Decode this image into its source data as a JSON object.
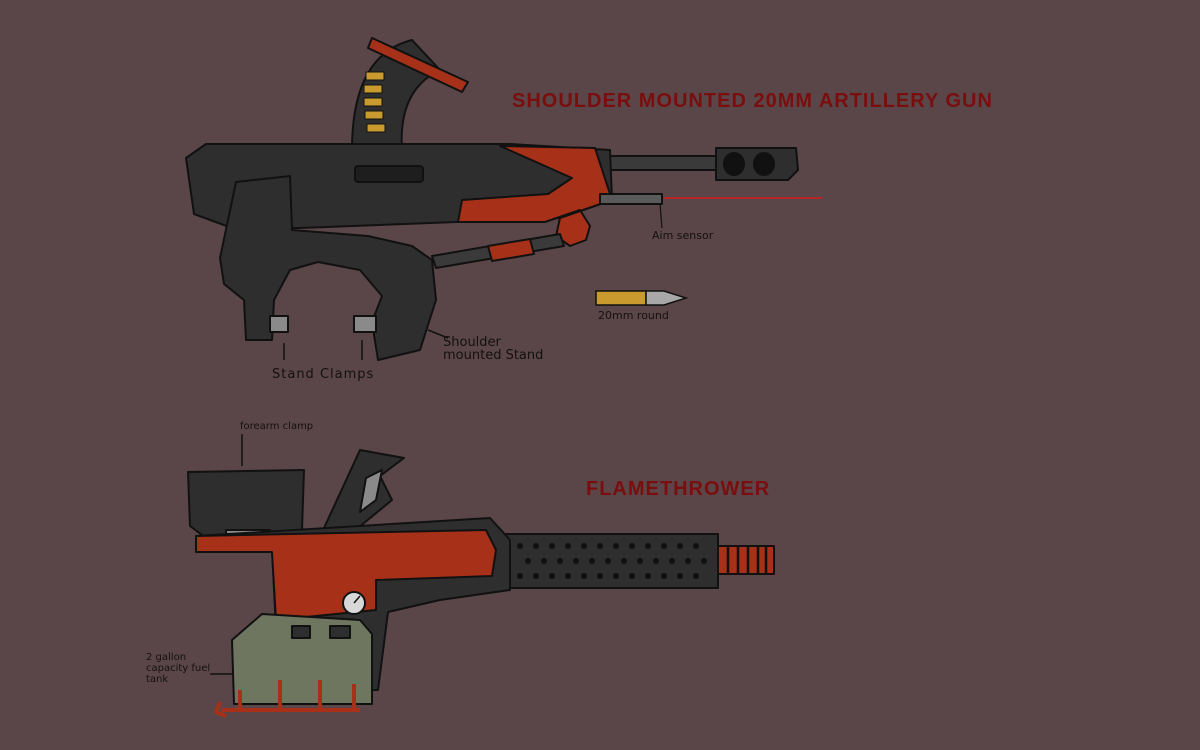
{
  "titles": {
    "artillery": "SHOULDER MOUNTED 20MM ARTILLERY GUN",
    "flamethrower": "FLAMETHROWER"
  },
  "labels": {
    "aim_sensor": "Aim sensor",
    "round": "20mm round",
    "stand_clamps": "Stand Clamps",
    "shoulder_stand": "Shoulder mounted Stand",
    "forearm_clamp": "forearm clamp",
    "fuel_tank": "2 gallon capacity fuel tank"
  },
  "colors": {
    "background": "#5a4648",
    "title": "#7a0e0e",
    "gun_body": "#2e2e2e",
    "accent_red": "#a63118",
    "brass": "#c99a2e",
    "tank_green": "#6f7660",
    "laser": "#d41c1c"
  }
}
